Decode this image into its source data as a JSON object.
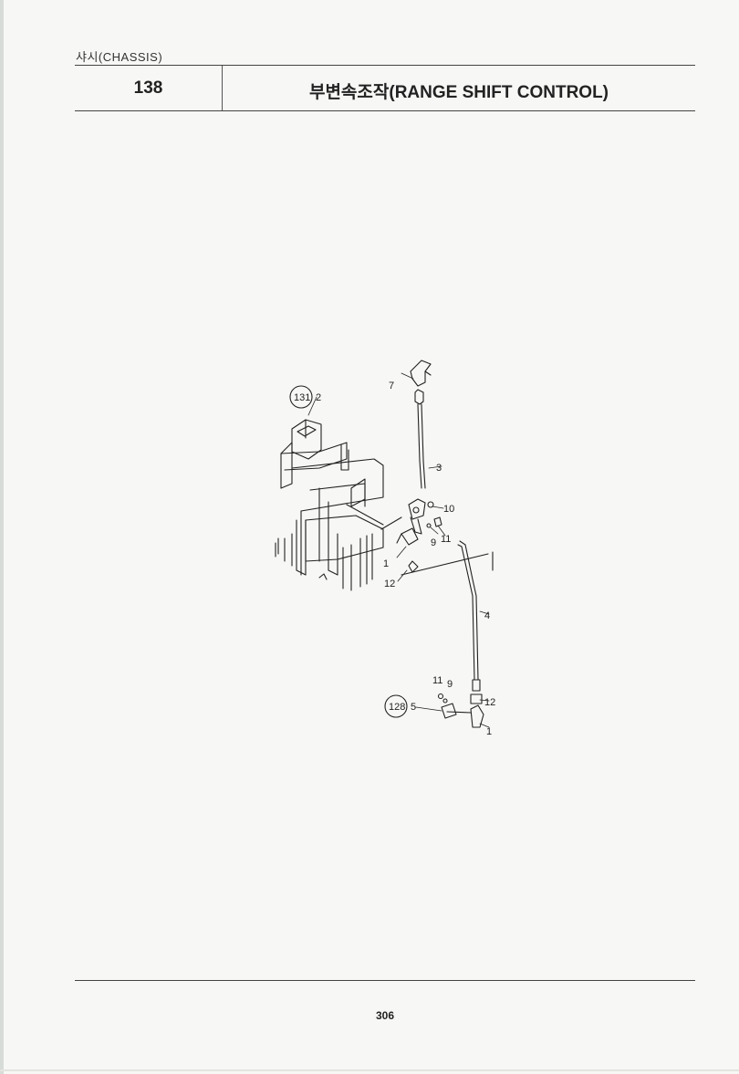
{
  "header": {
    "section": "샤시(CHASSIS)",
    "code": "138",
    "title": "부변속조작(RANGE SHIFT CONTROL)"
  },
  "diagram": {
    "callouts": {
      "ref_131": "131",
      "ref_128": "128",
      "p1a": "1",
      "p1b": "1",
      "p2": "2",
      "p3": "3",
      "p4": "4",
      "p5": "5",
      "p7": "7",
      "p9a": "9",
      "p9b": "9",
      "p10": "10",
      "p11a": "11",
      "p11b": "11",
      "p12a": "12",
      "p12b": "12"
    }
  },
  "footer": {
    "page_number": "306"
  }
}
